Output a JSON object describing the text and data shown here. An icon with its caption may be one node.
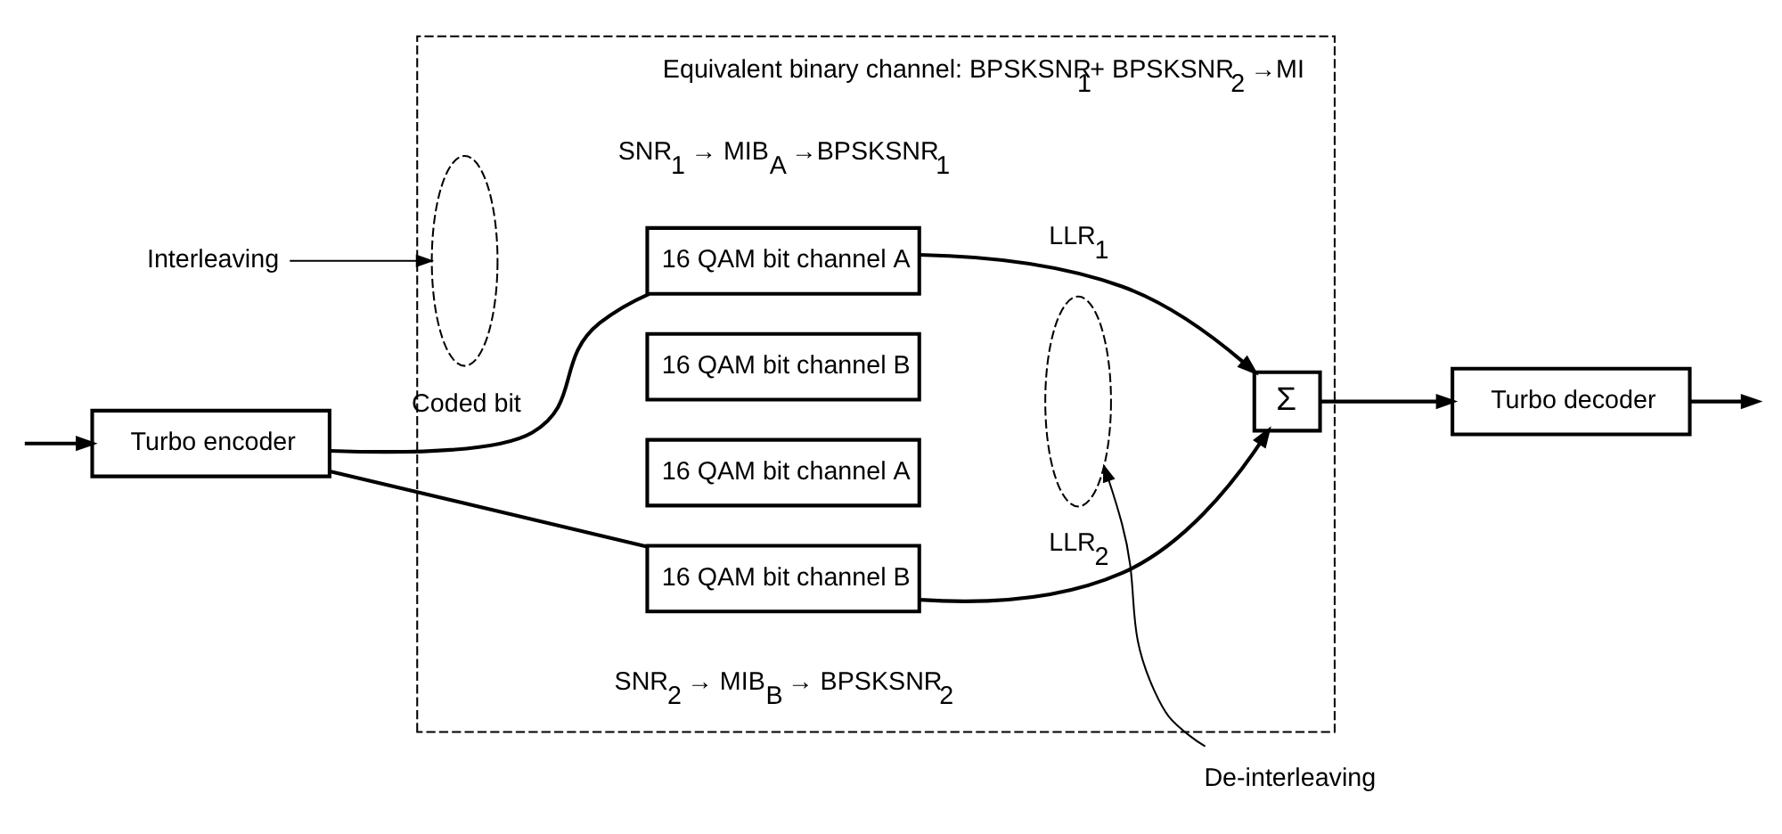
{
  "diagram": {
    "nodes": [
      {
        "text": [
          "Equivalent binary channel: BPSKSNR$_{1}$+ BPSKSNR$_{2}$ →MI"
        ]
      },
      {
        "text": [
          "Turbo encoder"
        ]
      },
      {
        "text": [
          "16 QAM bit channel A"
        ],
        "in": 0
      },
      {
        "text": [
          "16 QAM bit channel B"
        ],
        "in": 0
      },
      {
        "text": [
          "16 QAM bit channel A"
        ],
        "in": 0
      },
      {
        "text": [
          "16 QAM bit channel B"
        ],
        "in": 0
      },
      {
        "text": [
          "Σ"
        ],
        "in": 0
      },
      {
        "text": [
          "Turbo decoder"
        ]
      },
      {
        "text": [
          "Interleaving"
        ]
      },
      {
        "text": [],
        "shape": "ellipse",
        "in": 0
      },
      {
        "text": [
          "De-interleaving"
        ]
      },
      {
        "text": [],
        "shape": "ellipse",
        "in": 0
      }
    ],
    "edges": [
      {
        "from": null,
        "to": 1,
        "arrow": "to"
      },
      {
        "from": 1,
        "to": 2,
        "arrow": "none",
        "label": "Coded bit"
      },
      {
        "from": 1,
        "to": 5,
        "arrow": "none"
      },
      {
        "from": 2,
        "to": 6,
        "arrow": "to",
        "label": "LLR$_{1}$"
      },
      {
        "from": 5,
        "to": 6,
        "arrow": "to",
        "label": "LLR$_{2}$"
      },
      {
        "from": 6,
        "to": 7,
        "arrow": "to"
      },
      {
        "from": 7,
        "to": null,
        "arrow": "to"
      },
      {
        "from": 8,
        "to": 9,
        "arrow": "to"
      },
      {
        "from": 10,
        "to": 11,
        "arrow": "to"
      }
    ],
    "labels": [
      "SNR$_{1}$ → MIB$_{A}$ →BPSKSNR$_{1}$",
      "SNR$_{2}$ → MIB$_{B}$ → BPSKSNR$_{2}$"
    ]
  }
}
